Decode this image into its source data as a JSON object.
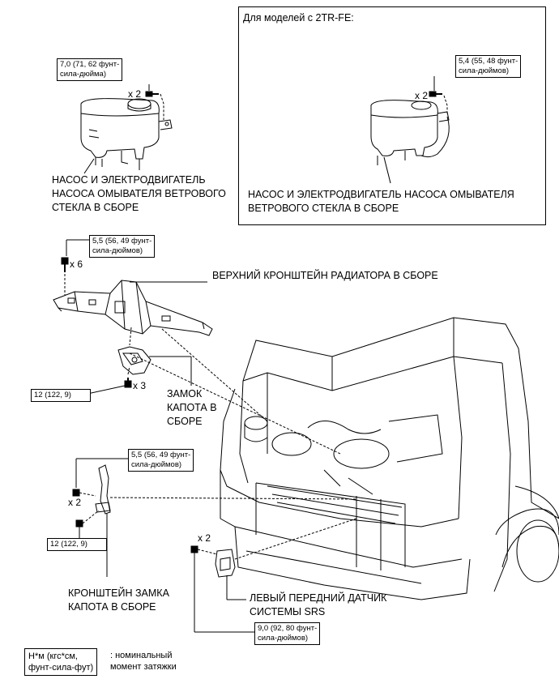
{
  "inset": {
    "title": "Для моделей с 2TR-FE:",
    "torque": [
      "5,4 (55, 48 фунт-",
      "сила-дюймов)"
    ],
    "qty": "x 2",
    "label": [
      "НАСОС И ЭЛЕКТРОДВИГАТЕЛЬ НАСОСА ОМЫВАТЕЛЯ",
      "ВЕТРОВОГО СТЕКЛА В СБОРЕ"
    ]
  },
  "washer": {
    "torque": [
      "7,0 (71, 62 фунт-",
      "сила-дюйма)"
    ],
    "qty": "x 2",
    "label": [
      "НАСОС И ЭЛЕКТРОДВИГАТЕЛЬ",
      "НАСОСА ОМЫВАТЕЛЯ ВЕТРОВОГО",
      "СТЕКЛА В СБОРЕ"
    ]
  },
  "radiator_support": {
    "torque": [
      "5,5 (56, 49 фунт-",
      "сила-дюймов)"
    ],
    "qty": "x 6",
    "label": "ВЕРХНИЙ КРОНШТЕЙН РАДИАТОРА В СБОРЕ"
  },
  "hood_lock": {
    "torque": "12 (122, 9)",
    "qty": "x 3",
    "label": [
      "ЗАМОК",
      "КАПОТА В",
      "СБОРЕ"
    ]
  },
  "lock_bracket": {
    "torque_top": [
      "5,5 (56, 49 фунт-",
      "сила-дюймов)"
    ],
    "qty": "x 2",
    "torque_bottom": "12 (122, 9)",
    "label": [
      "КРОНШТЕЙН ЗАМКА",
      "КАПОТА В СБОРЕ"
    ]
  },
  "srs_sensor": {
    "qty": "x 2",
    "torque": [
      "9,0 (92, 80 фунт-",
      "сила-дюймов)"
    ],
    "label": [
      "ЛЕВЫЙ ПЕРЕДНИЙ ДАТЧИК",
      "СИСТЕМЫ SRS"
    ]
  },
  "legend": {
    "unit": [
      "Н*м (кгс*см,",
      "фунт-сила-фут)"
    ],
    "meaning": [
      ": номинальный",
      "момент затяжки"
    ]
  }
}
